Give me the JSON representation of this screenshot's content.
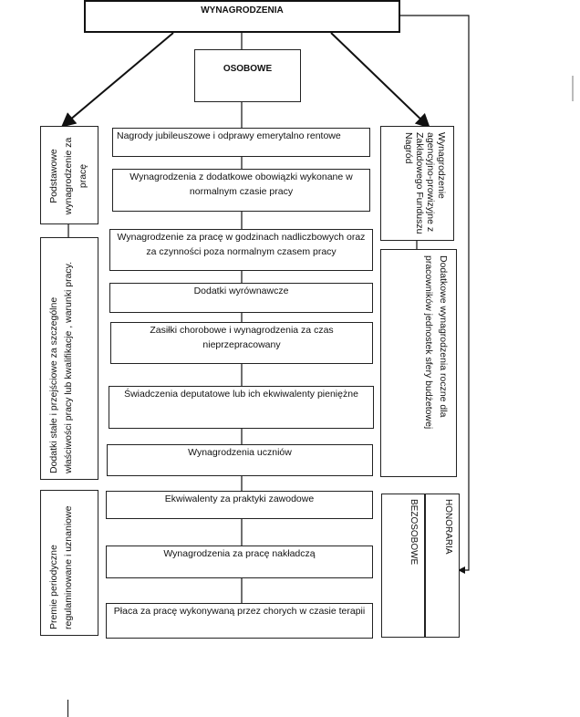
{
  "title": "WYNAGRODZENIA",
  "osobowe": "OSOBOWE",
  "left_column": [
    {
      "label": "Podstawowe wynagrodzenie za pracę"
    },
    {
      "label": "Dodatki stałe i przejściowe za szczególne właściwości pracy lub kwalifikacje , warunki pracy."
    },
    {
      "label": "Premie periodyczne regulaminowane i uznaniowe"
    }
  ],
  "middle_column": [
    {
      "label": "Nagrody jubileuszowe i odprawy emerytalno rentowe"
    },
    {
      "label": "Wynagrodzenia z dodatkowe obowiązki wykonane w normalnym czasie pracy"
    },
    {
      "label": "Wynagrodzenie za pracę w godzinach nadliczbowych oraz za czynności poza normalnym czasem pracy"
    },
    {
      "label": "Dodatki wyrównawcze"
    },
    {
      "label": "Zasiłki chorobowe i wynagrodzenia za czas nieprzepracowany"
    },
    {
      "label": "Świadczenia deputatowe lub ich ekwiwalenty pieniężne"
    },
    {
      "label": "Wynagrodzenia uczniów"
    },
    {
      "label": "Ekwiwalenty za praktyki zawodowe"
    },
    {
      "label": "Wynagrodzenia za pracę nakładczą"
    },
    {
      "label": "Płaca za pracę wykonywaną przez chorych w czasie terapii"
    }
  ],
  "right_column": [
    {
      "label": "Wynagrodzenie agencyjno-prowizyjne z Zakładowego Funduszu Nagród"
    },
    {
      "label": "Dodatkowe wynagrodzenia roczne dla pracowników jednostek sfery budżetowej"
    }
  ],
  "bezosobowe": {
    "honoraria": "HONORARIA",
    "bezosobowe": "BEZOSOBOWE"
  }
}
